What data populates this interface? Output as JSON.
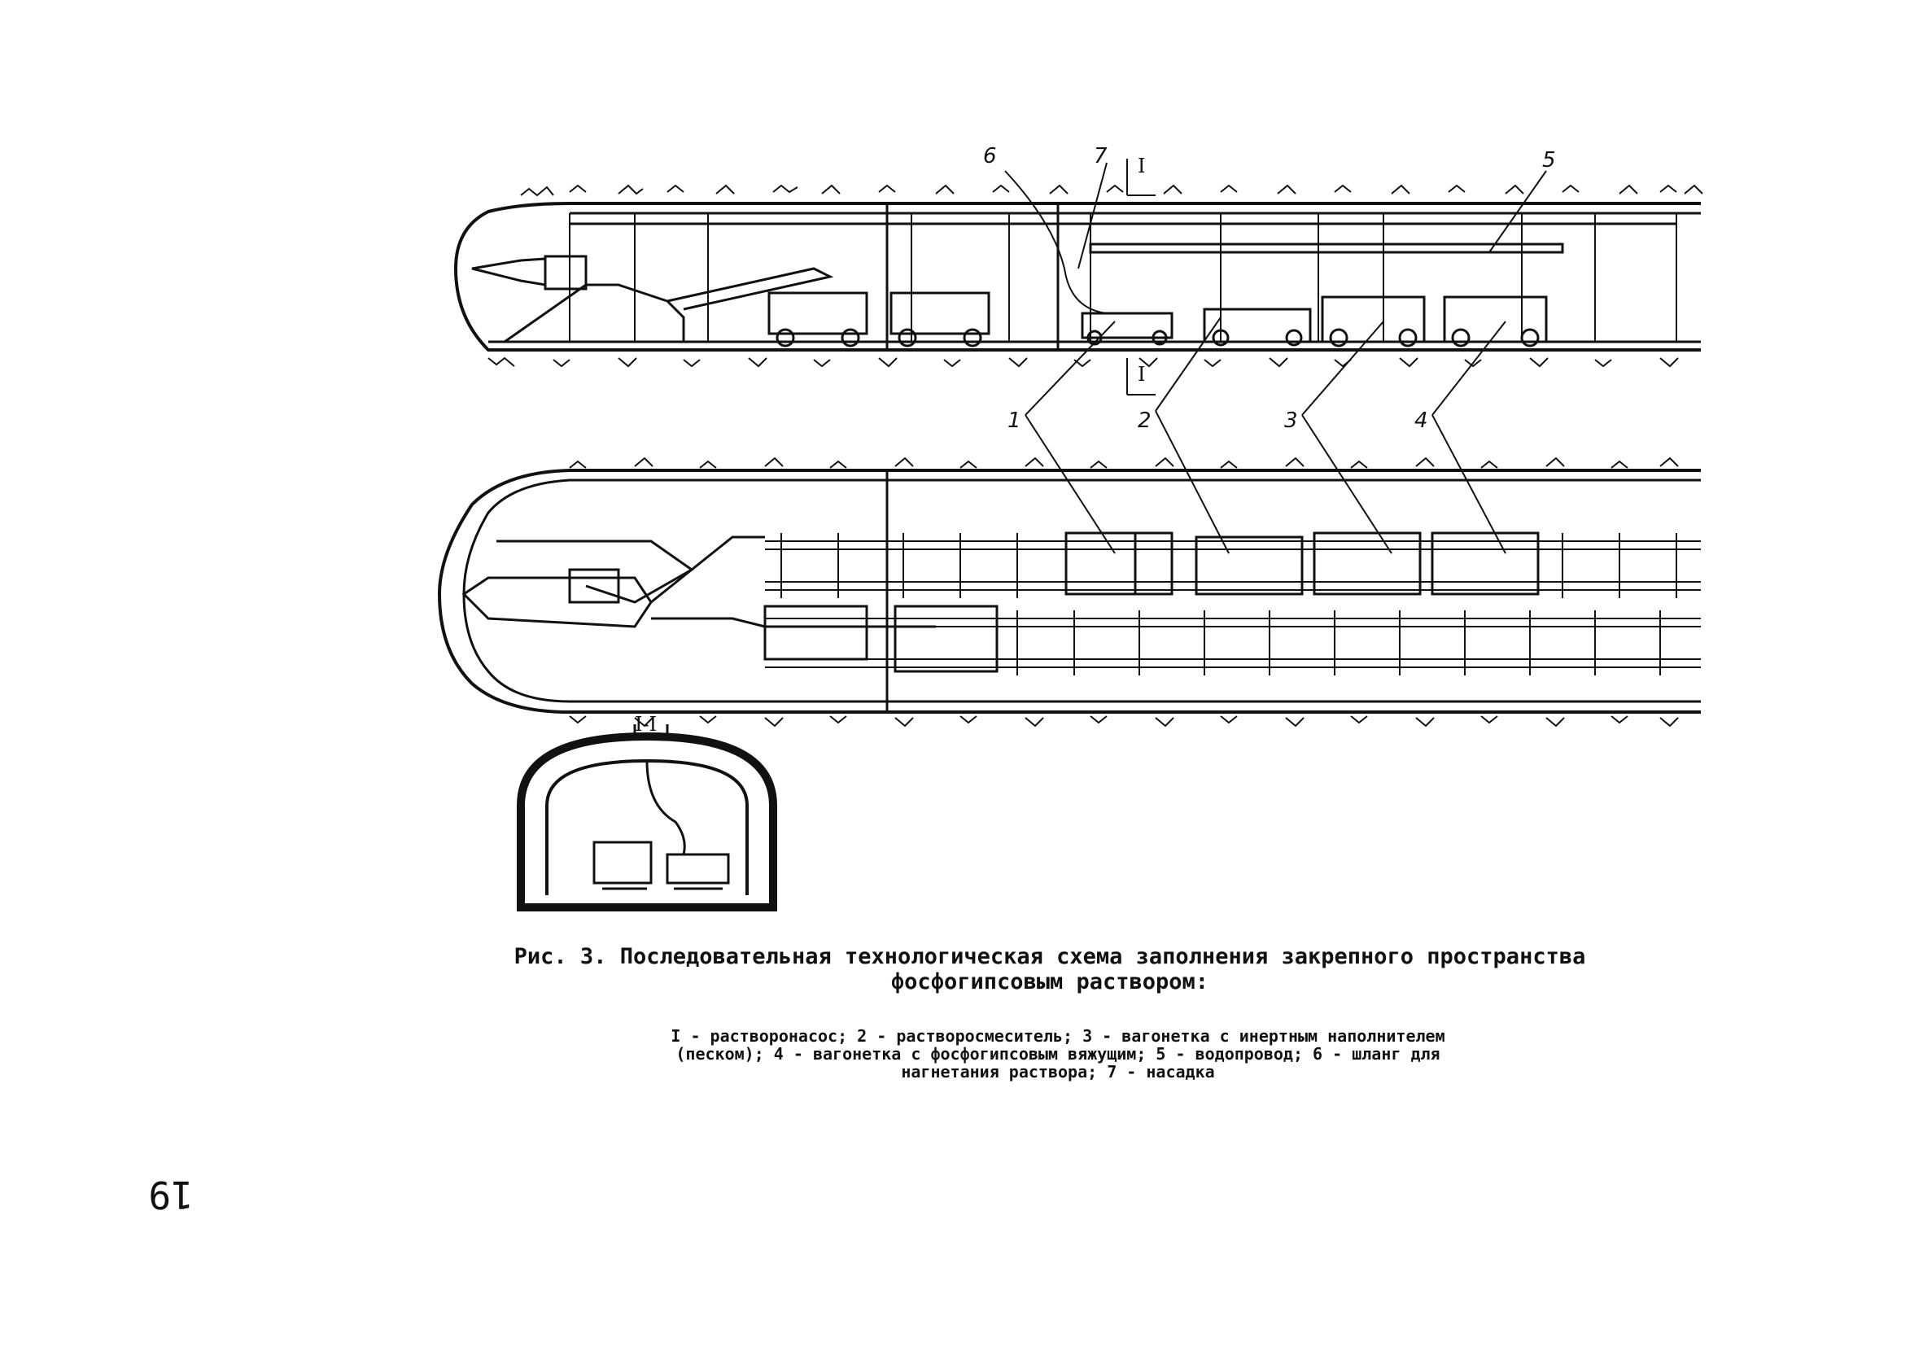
{
  "figure": {
    "caption_line1": "Рис. 3. Последовательная технологическая схема заполнения закрепного пространства",
    "caption_line2": "фосфогипсовым раствором:",
    "legend_line1": "I - растворонасос; 2 - растворосмеситель; 3 - вагонетка с инертным наполнителем",
    "legend_line2": "(песком); 4 - вагонетка с фосфогипсовым вяжущим; 5 - водопровод;  6 - шланг для",
    "legend_line3": "нагнетания раствора; 7 - насадка"
  },
  "labels": {
    "n1": "1",
    "n2": "2",
    "n3": "3",
    "n4": "4",
    "n5": "5",
    "n6": "6",
    "n7": "7",
    "section_top": "I",
    "section_bottom": "I",
    "section_title": "I-I"
  },
  "page_number": "19"
}
